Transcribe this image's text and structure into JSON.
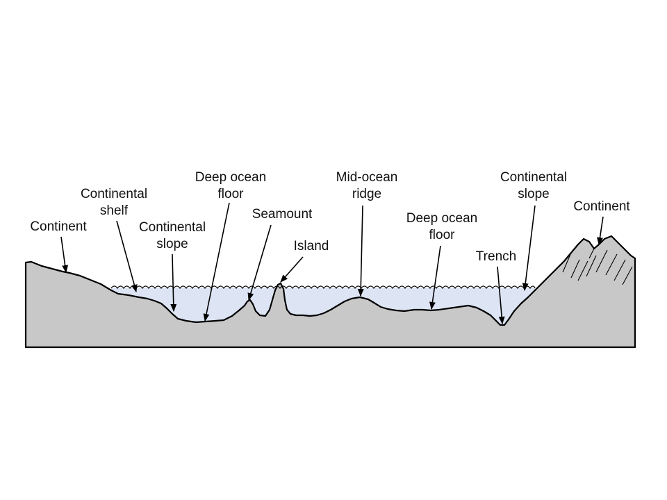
{
  "colors": {
    "ground": "#c8c8c8",
    "water": "#dde4f3",
    "outline": "#000000",
    "label": "#111111"
  },
  "labels": {
    "continent_left": "Continent",
    "continental_shelf_line1": "Continental",
    "continental_shelf_line2": "shelf",
    "continental_slope_left_line1": "Continental",
    "continental_slope_left_line2": "slope",
    "deep_ocean_floor_left_line1": "Deep ocean",
    "deep_ocean_floor_left_line2": "floor",
    "seamount": "Seamount",
    "island": "Island",
    "mid_ocean_ridge_line1": "Mid-ocean",
    "mid_ocean_ridge_line2": "ridge",
    "deep_ocean_floor_right_line1": "Deep ocean",
    "deep_ocean_floor_right_line2": "floor",
    "trench": "Trench",
    "continental_slope_right_line1": "Continental",
    "continental_slope_right_line2": "slope",
    "continent_right": "Continent"
  }
}
